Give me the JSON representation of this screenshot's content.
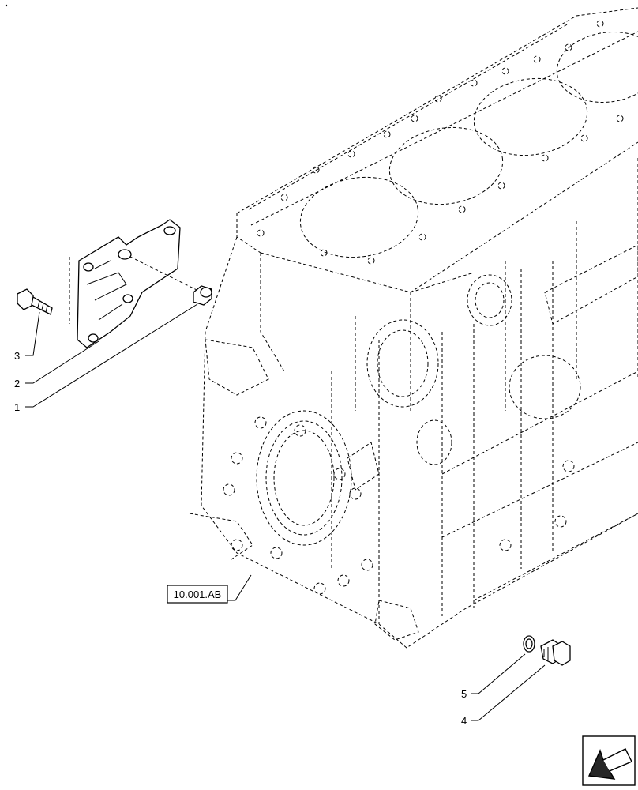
{
  "diagram": {
    "callouts": [
      "1",
      "2",
      "3",
      "4",
      "5"
    ],
    "reference_label": "10.001.AB",
    "nav_icon": "arrow-back-icon"
  }
}
